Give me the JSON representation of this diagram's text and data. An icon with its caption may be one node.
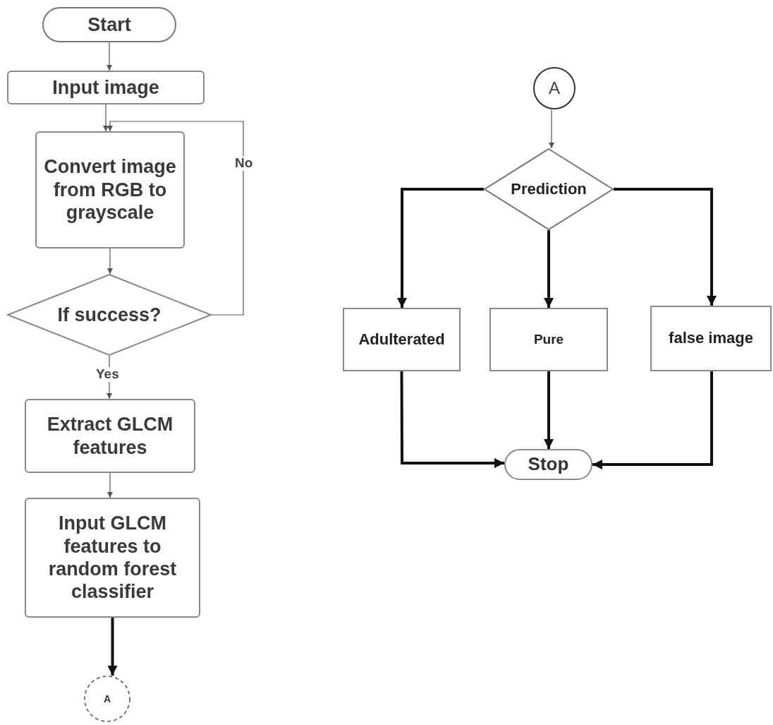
{
  "diagram": {
    "nodes": [
      {
        "text": [
          "Start"
        ]
      },
      {
        "text": [
          "Input image"
        ]
      },
      {
        "text": [
          "Convert image from RGB to grayscale"
        ]
      },
      {
        "text": [
          "If success?"
        ]
      },
      {
        "text": [
          "Extract GLCM features"
        ]
      },
      {
        "text": [
          "Input GLCM features to random forest classifier"
        ]
      },
      {
        "text": [
          "A"
        ]
      },
      {
        "text": [
          "A"
        ]
      },
      {
        "text": [
          "Prediction"
        ]
      },
      {
        "text": [
          "Adulterated"
        ]
      },
      {
        "text": [
          "Pure"
        ]
      },
      {
        "text": [
          "false image"
        ]
      },
      {
        "text": [
          "Stop"
        ]
      }
    ],
    "edges": [
      {
        "from": 0,
        "to": 1,
        "arrow": "to"
      },
      {
        "from": 1,
        "to": 2,
        "arrow": "to"
      },
      {
        "from": 2,
        "to": 3,
        "arrow": "to"
      },
      {
        "from": 3,
        "to": 2,
        "arrow": "to",
        "label": "No"
      },
      {
        "from": 3,
        "to": 4,
        "arrow": "to",
        "label": "Yes"
      },
      {
        "from": 4,
        "to": 5,
        "arrow": "to"
      },
      {
        "from": 5,
        "to": 6,
        "arrow": "to",
        "style": "thick"
      },
      {
        "from": 7,
        "to": 8,
        "arrow": "to"
      },
      {
        "from": 8,
        "to": 9,
        "arrow": "to",
        "style": "thick"
      },
      {
        "from": 8,
        "to": 10,
        "arrow": "to",
        "style": "thick"
      },
      {
        "from": 8,
        "to": 11,
        "arrow": "to",
        "style": "thick"
      },
      {
        "from": 9,
        "to": 12,
        "arrow": "to",
        "style": "thick"
      },
      {
        "from": 10,
        "to": 12,
        "arrow": "to",
        "style": "thick"
      },
      {
        "from": 11,
        "to": 12,
        "arrow": "to",
        "style": "thick"
      }
    ]
  }
}
